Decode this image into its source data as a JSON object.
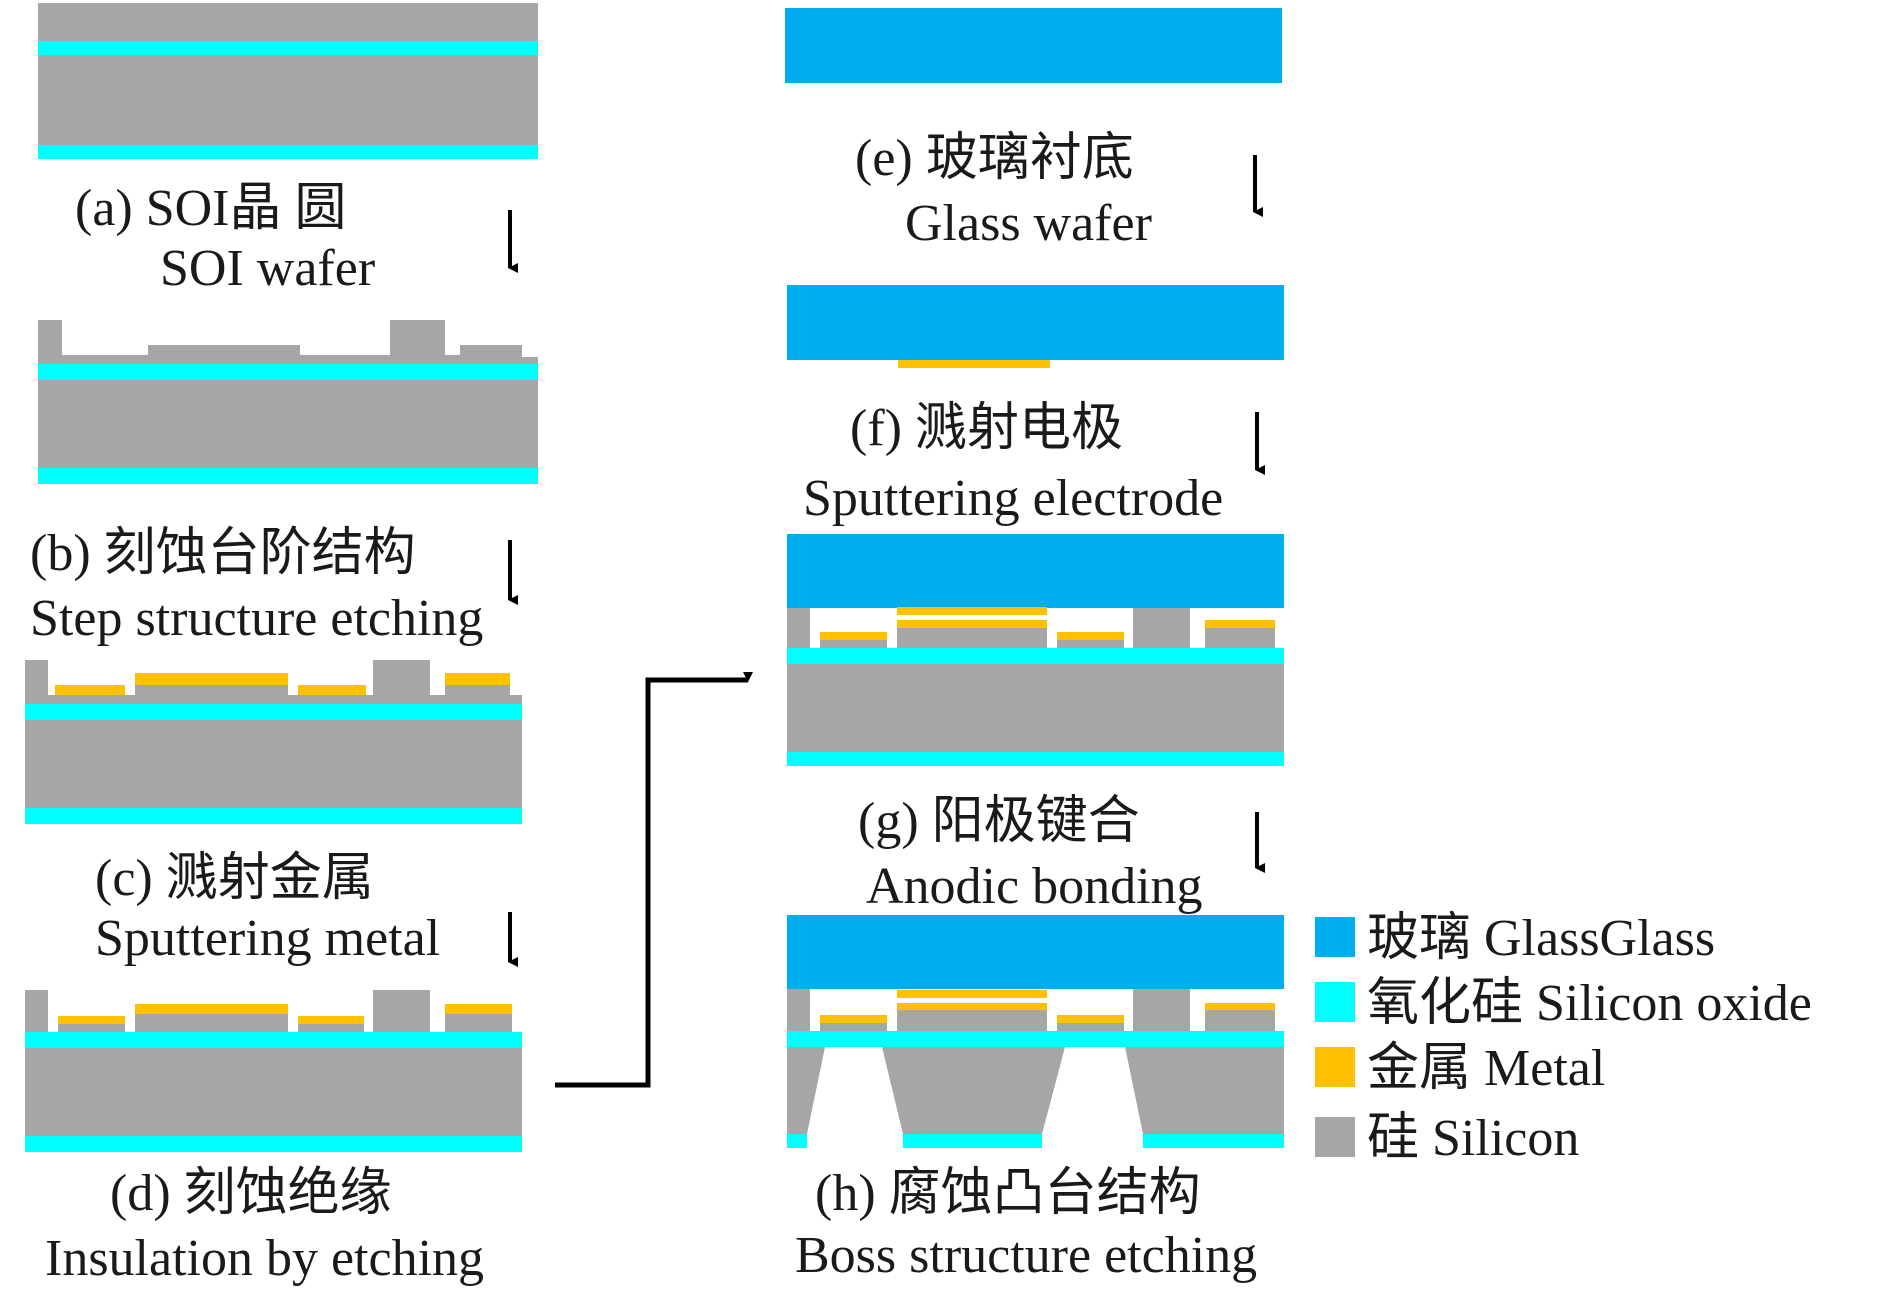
{
  "colors": {
    "glass": "#00AEEF",
    "oxide": "#00FFFF",
    "metal": "#FFC000",
    "silicon": "#A6A6A6",
    "arrow": "#000000"
  },
  "steps": {
    "a": {
      "zh": "(a) SOI晶 圆",
      "en": "SOI wafer"
    },
    "b": {
      "zh": "(b) 刻蚀台阶结构",
      "en": "Step structure etching"
    },
    "c": {
      "zh": "(c) 溅射金属",
      "en": "Sputtering metal"
    },
    "d": {
      "zh": "(d) 刻蚀绝缘",
      "en": "Insulation by etching"
    },
    "e": {
      "zh": "(e) 玻璃衬底",
      "en": "Glass wafer"
    },
    "f": {
      "zh": "(f) 溅射电极",
      "en": "Sputtering electrode"
    },
    "g": {
      "zh": "(g) 阳极键合",
      "en": "Anodic bonding"
    },
    "h": {
      "zh": "(h) 腐蚀凸台结构",
      "en": "Boss structure etching"
    }
  },
  "legend": [
    {
      "label": "玻璃 GlassGlass",
      "color": "#00AEEF"
    },
    {
      "label": "氧化硅  Silicon oxide",
      "color": "#00FFFF"
    },
    {
      "label": "金属 Metal",
      "color": "#FFC000"
    },
    {
      "label": "硅 Silicon",
      "color": "#A6A6A6"
    }
  ]
}
